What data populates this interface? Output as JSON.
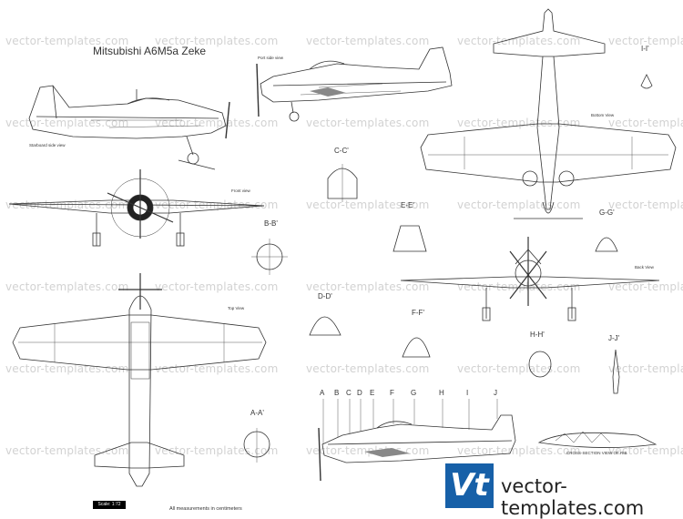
{
  "title": "Mitsubishi A6M5a Zeke",
  "watermark": "vector-templates.com",
  "views": {
    "starboard_side": "Starboard side view",
    "port_side": "Port side view",
    "bottom": "Bottom View",
    "front": "Front view",
    "back": "Back View",
    "top": "Top View",
    "cross_section": "CROSS-SECTION VIEW OF RIB"
  },
  "sections": {
    "aa": "A-A'",
    "bb": "B-B'",
    "cc": "C-C'",
    "dd": "D-D'",
    "ee": "E-E'",
    "ff": "F-F'",
    "gg": "G-G'",
    "hh": "H-H'",
    "ii": "I-I'",
    "jj": "J-J'"
  },
  "stations": [
    "A",
    "B",
    "C",
    "D",
    "E",
    "F",
    "G",
    "H",
    "I",
    "J"
  ],
  "scale_label": "Scale: 1:72",
  "measurements_note": "All measurements in centimeters",
  "brand": {
    "logo_text": "Vt",
    "site": "vector-templates.com",
    "color": "#1760a8"
  }
}
